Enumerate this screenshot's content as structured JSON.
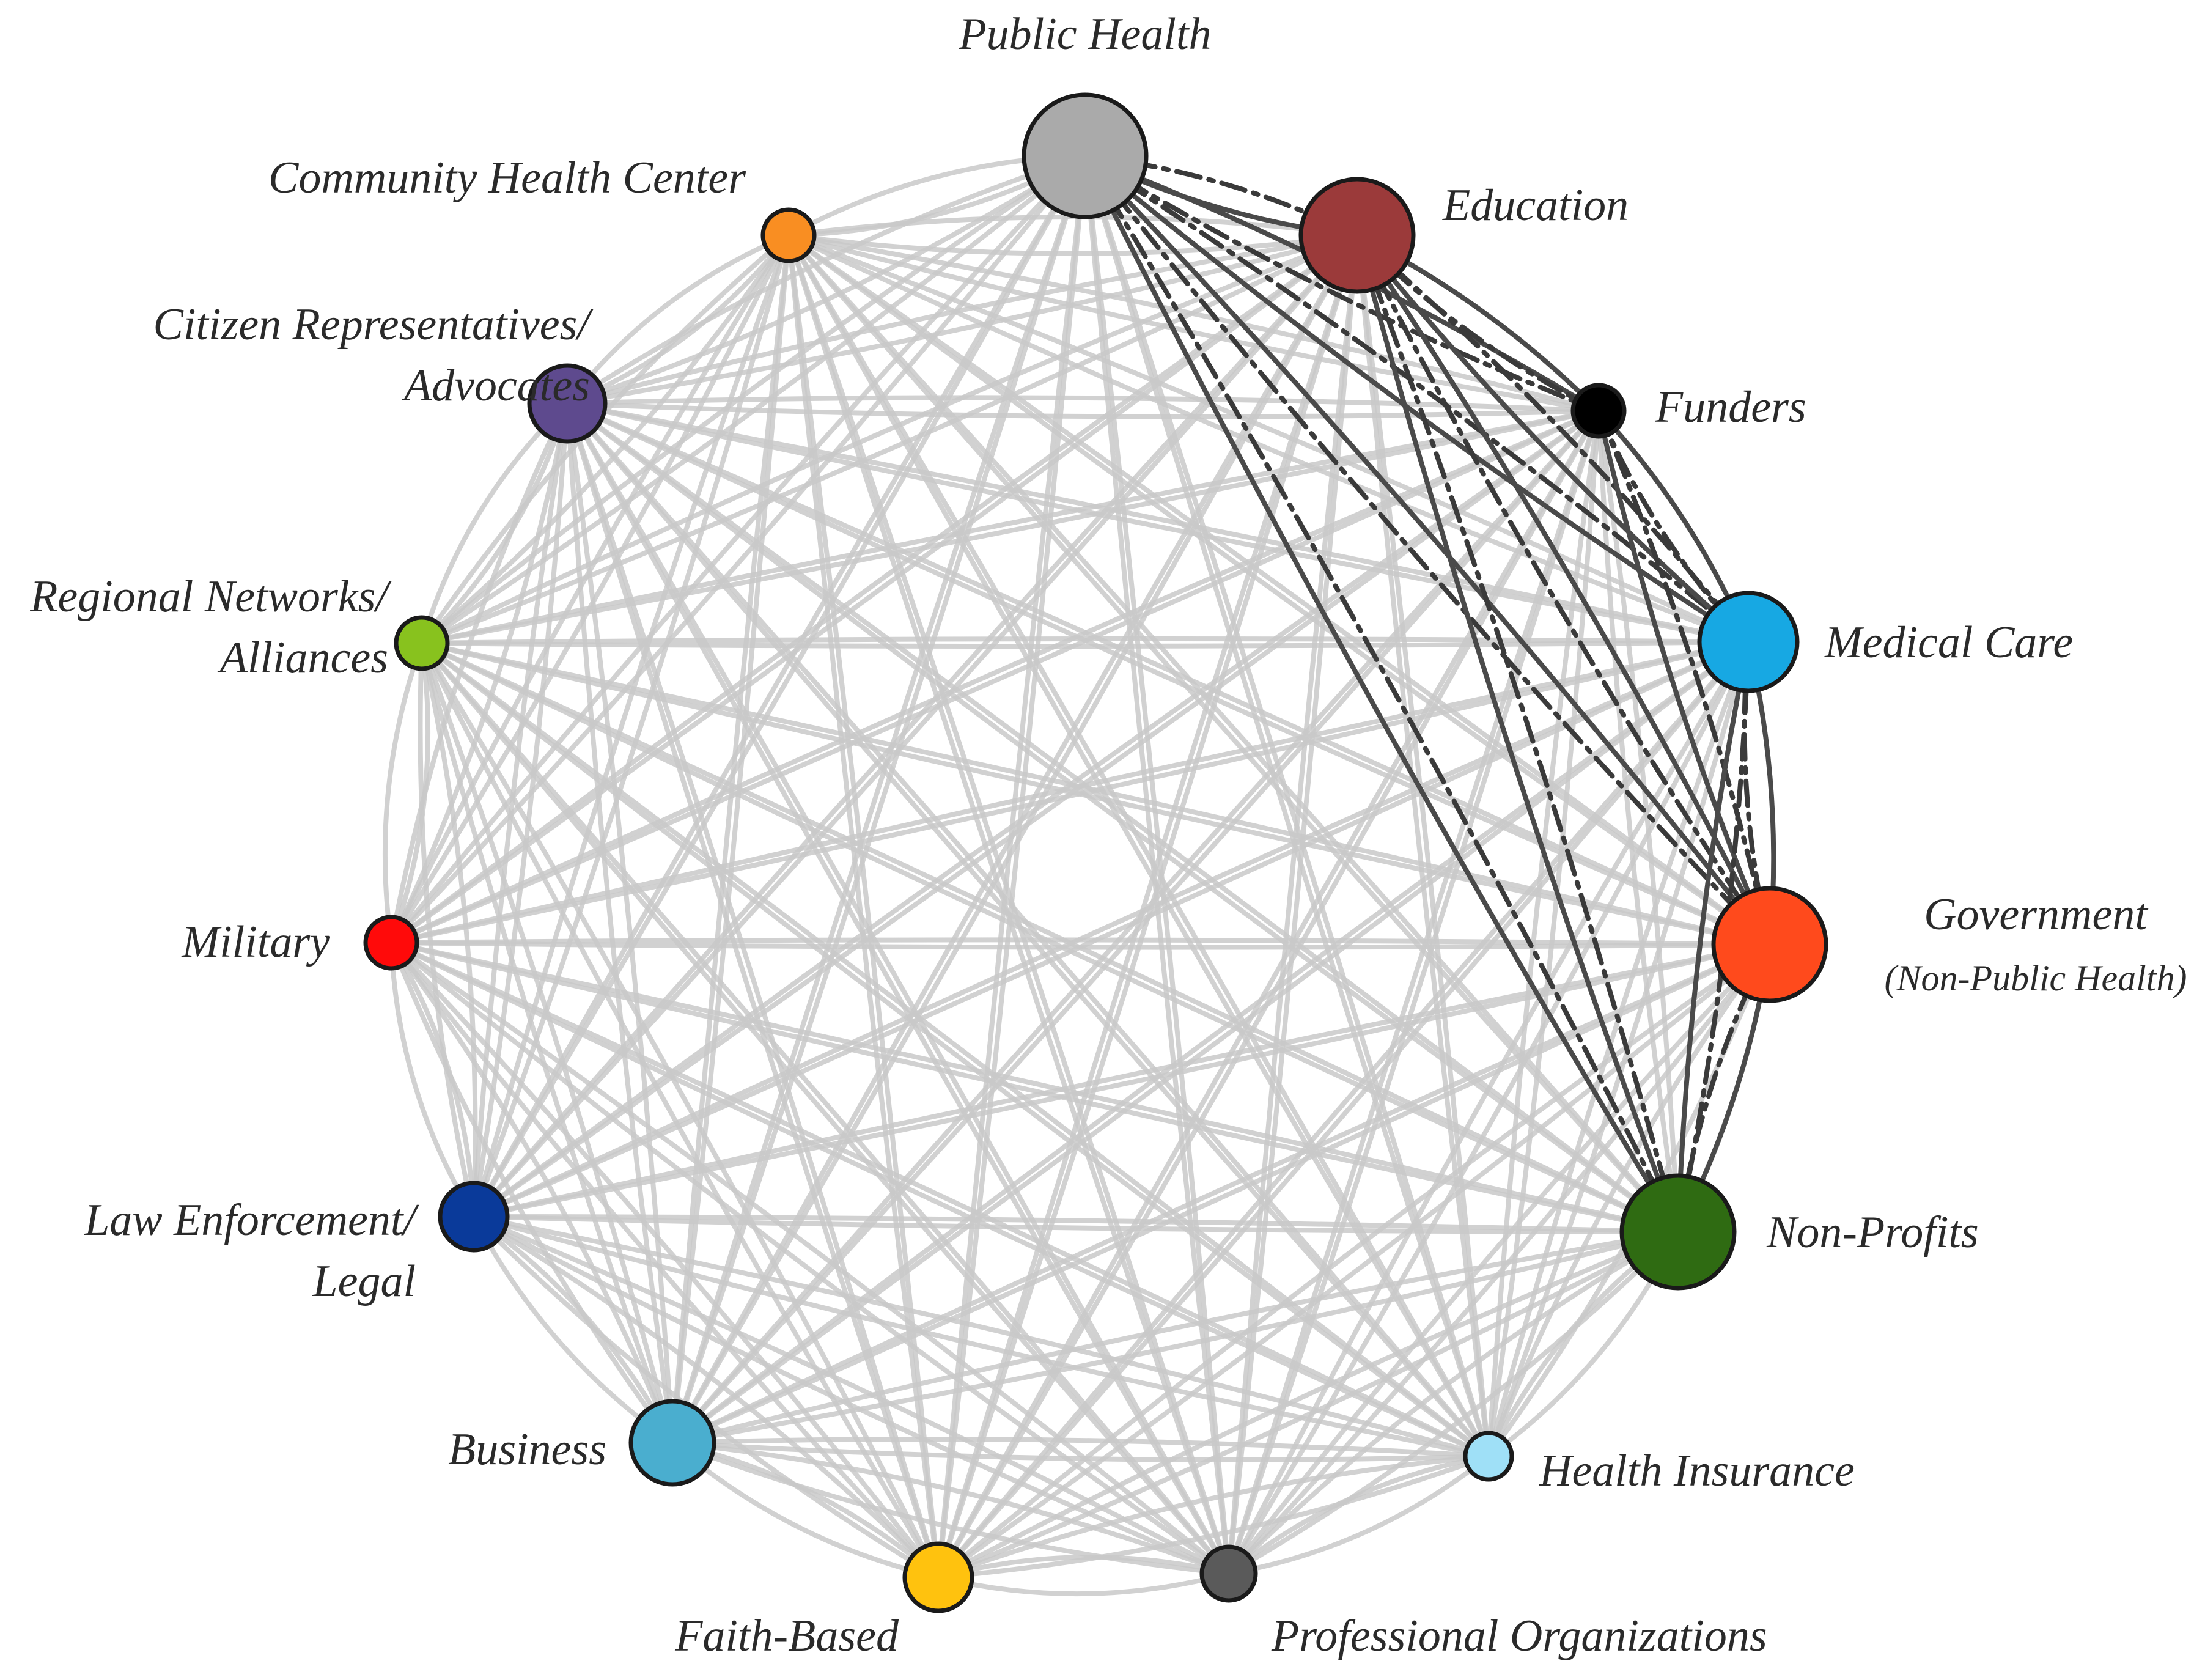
{
  "diagram": {
    "nodes": [
      {
        "id": "public-health",
        "label": [
          "Public Health"
        ],
        "color": "#aaaaaa",
        "size": "large"
      },
      {
        "id": "education",
        "label": [
          "Education"
        ],
        "color": "#9b3a3a",
        "size": "large"
      },
      {
        "id": "funders",
        "label": [
          "Funders"
        ],
        "color": "#000000",
        "size": "small"
      },
      {
        "id": "medical-care",
        "label": [
          "Medical Care"
        ],
        "color": "#17a8e3",
        "size": "medium"
      },
      {
        "id": "government",
        "label": [
          "Government",
          "(Non-Public Health)"
        ],
        "color": "#ff4a1c",
        "size": "large"
      },
      {
        "id": "non-profits",
        "label": [
          "Non-Profits"
        ],
        "color": "#2f6b12",
        "size": "large"
      },
      {
        "id": "health-insurance",
        "label": [
          "Health Insurance"
        ],
        "color": "#9fe0f7",
        "size": "small"
      },
      {
        "id": "professional-organizations",
        "label": [
          "Professional Organizations"
        ],
        "color": "#5a5a5a",
        "size": "small"
      },
      {
        "id": "faith-based",
        "label": [
          "Faith-Based"
        ],
        "color": "#ffc20e",
        "size": "small"
      },
      {
        "id": "business",
        "label": [
          "Business"
        ],
        "color": "#4aaecf",
        "size": "medium"
      },
      {
        "id": "law-enforcement",
        "label": [
          "Law Enforcement/",
          "Legal"
        ],
        "color": "#0a3a9a",
        "size": "small"
      },
      {
        "id": "military",
        "label": [
          "Military"
        ],
        "color": "#ff0a0a",
        "size": "small"
      },
      {
        "id": "regional-networks",
        "label": [
          "Regional Networks/",
          "Alliances"
        ],
        "color": "#88c21e",
        "size": "small"
      },
      {
        "id": "citizen-representatives",
        "label": [
          "Citizen Representatives/",
          "Advocates"
        ],
        "color": "#5e4a8e",
        "size": "small"
      },
      {
        "id": "community-health-center",
        "label": [
          "Community Health Center"
        ],
        "color": "#f98e22",
        "size": "small"
      }
    ],
    "strong_edges": [
      [
        "public-health",
        "education"
      ],
      [
        "public-health",
        "funders"
      ],
      [
        "public-health",
        "medical-care"
      ],
      [
        "public-health",
        "government"
      ],
      [
        "public-health",
        "non-profits"
      ],
      [
        "education",
        "funders"
      ],
      [
        "education",
        "medical-care"
      ],
      [
        "education",
        "government"
      ],
      [
        "education",
        "non-profits"
      ],
      [
        "funders",
        "medical-care"
      ],
      [
        "funders",
        "government"
      ],
      [
        "medical-care",
        "government"
      ],
      [
        "medical-care",
        "non-profits"
      ],
      [
        "government",
        "non-profits"
      ]
    ]
  }
}
